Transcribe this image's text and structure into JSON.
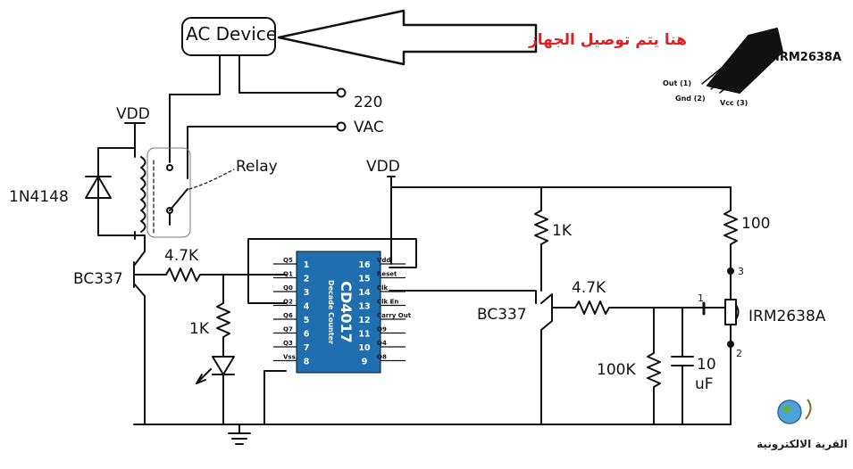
{
  "labels": {
    "ac_device": "AC Device",
    "arabic_note": "هنا يتم توصيل الجهاز",
    "v220": "220",
    "vac": "VAC",
    "vdd_left": "VDD",
    "vdd_center": "VDD",
    "diode": "1N4148",
    "relay": "Relay",
    "r_base_left": "4.7K",
    "transistor_left": "BC337",
    "r_led": "1K",
    "r_collector": "1K",
    "r_base_right": "4.7K",
    "transistor_right": "BC337",
    "r_100": "100",
    "r_100k": "100K",
    "cap_value": "10",
    "cap_unit": "uF",
    "sensor_label": "IRM2638A",
    "sensor_pin1": "1",
    "sensor_pin2": "2",
    "sensor_pin3": "3",
    "irm_title": "IRM2638A",
    "irm_pin_out": "Out (1)",
    "irm_pin_gnd": "Gnd (2)",
    "irm_pin_vcc": "Vcc (3)",
    "logo_text": "القرية الالكترونية"
  },
  "chip": {
    "name": "CD4017",
    "subtitle": "Decade Counter",
    "left_pin_numbers": [
      "1",
      "2",
      "3",
      "4",
      "5",
      "6",
      "7",
      "8"
    ],
    "right_pin_numbers": [
      "16",
      "15",
      "14",
      "13",
      "12",
      "11",
      "10",
      "9"
    ],
    "left_pin_labels": [
      "Q5",
      "Q1",
      "Q0",
      "Q2",
      "Q6",
      "Q7",
      "Q3",
      "Vss"
    ],
    "right_pin_labels": [
      "Vdd",
      "Reset",
      "Clk",
      "Clk En",
      "Carry Out",
      "Q9",
      "Q4",
      "Q8"
    ]
  },
  "colors": {
    "chip_fill": "#1f6fb0",
    "arabic_text": "#e02020",
    "wire": "#111111"
  }
}
